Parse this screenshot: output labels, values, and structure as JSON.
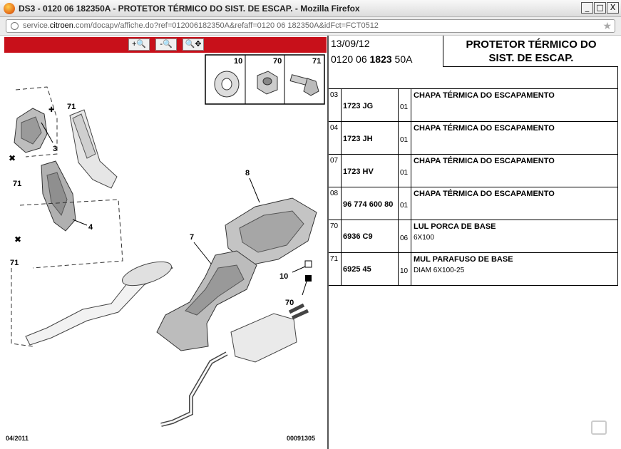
{
  "window": {
    "title": "DS3 - 0120 06 182350A - PROTETOR TÉRMICO DO SIST. DE ESCAP. - Mozilla Firefox",
    "min_label": "_",
    "max_label": "□",
    "close_label": "X"
  },
  "url": {
    "prefix": "service.",
    "domain": "citroen",
    "suffix": ".com/docapv/affiche.do?ref=012006182350A&refaff=0120 06 182350A&idFct=FCT0512"
  },
  "toolbar": {
    "zoom_in_label": "+🔍",
    "zoom_out_label": "-🔍",
    "zoom_fit_label": "🔍✥"
  },
  "diagram": {
    "legend": [
      "10",
      "70",
      "71"
    ],
    "callouts": [
      "71",
      "3",
      "71",
      "4",
      "71",
      "8",
      "7",
      "10",
      "70"
    ],
    "date_code": "04/2011",
    "drawing_no": "00091305"
  },
  "header": {
    "date": "13/09/12",
    "ref_pre": "0120 06 ",
    "ref_bold": "1823",
    "ref_post": " 50A",
    "title_line1": "PROTETOR TÉRMICO DO",
    "title_line2": "SIST. DE ESCAP."
  },
  "parts": [
    {
      "item": "03",
      "ref": "1723 JG",
      "qty": "01",
      "desc": "CHAPA TÉRMICA DO ESCAPAMENTO",
      "spec": ""
    },
    {
      "item": "04",
      "ref": "1723 JH",
      "qty": "01",
      "desc": "CHAPA TÉRMICA DO ESCAPAMENTO",
      "spec": ""
    },
    {
      "item": "07",
      "ref": "1723 HV",
      "qty": "01",
      "desc": "CHAPA TÉRMICA DO ESCAPAMENTO",
      "spec": ""
    },
    {
      "item": "08",
      "ref": "96 774 600 80",
      "qty": "01",
      "desc": "CHAPA TÉRMICA DO ESCAPAMENTO",
      "spec": ""
    },
    {
      "item": "70",
      "ref": "6936 C9",
      "qty": "06",
      "desc": "LUL PORCA DE BASE",
      "spec": "6X100"
    },
    {
      "item": "71",
      "ref": "6925 45",
      "qty": "10",
      "desc": "MUL PARAFUSO DE BASE",
      "spec": "DIAM 6X100-25"
    }
  ]
}
